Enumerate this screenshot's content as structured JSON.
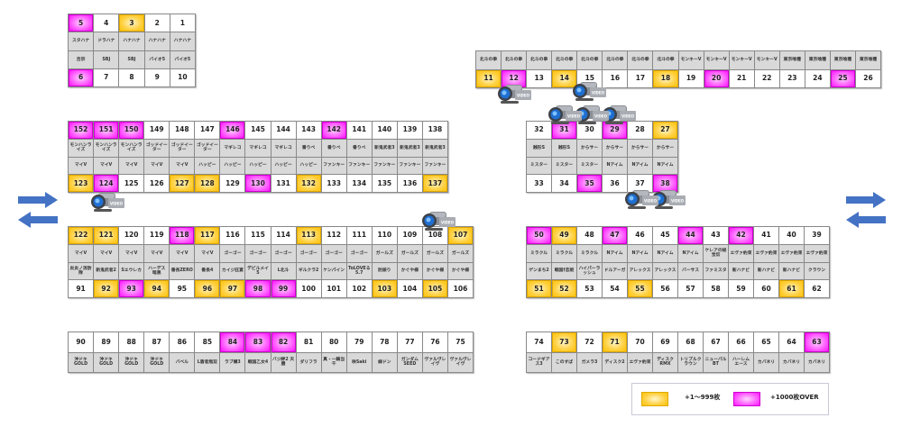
{
  "blocks": {
    "top_left": {
      "rows": [
        {
          "type": "num",
          "cells": [
            {
              "n": "5",
              "h": "m"
            },
            {
              "n": "4"
            },
            {
              "n": "3",
              "h": "o"
            },
            {
              "n": "2"
            },
            {
              "n": "1"
            }
          ]
        },
        {
          "type": "label",
          "cells": [
            "スタハナ",
            "ドラハナ",
            "ハナハナ",
            "ハナハナ",
            "ハナハナ"
          ]
        },
        {
          "type": "label",
          "cells": [
            "吉宗",
            "SBJ",
            "SBJ",
            "バイオ5",
            "バイオ5"
          ]
        },
        {
          "type": "num",
          "cells": [
            {
              "n": "6",
              "h": "m"
            },
            {
              "n": "7"
            },
            {
              "n": "8"
            },
            {
              "n": "9"
            },
            {
              "n": "10"
            }
          ]
        }
      ]
    },
    "top_right": {
      "rows": [
        {
          "type": "label",
          "cells": [
            "北斗の拳",
            "北斗の拳",
            "北斗の拳",
            "北斗の拳",
            "北斗の拳",
            "北斗の拳",
            "北斗の拳",
            "北斗の拳",
            "モンキーV",
            "モンキーV",
            "モンキーV",
            "モンキーV",
            "東京喰種",
            "東京喰種",
            "東京喰種",
            "東京喰種"
          ]
        },
        {
          "type": "num",
          "cells": [
            {
              "n": "11",
              "h": "o"
            },
            {
              "n": "12",
              "h": "m"
            },
            {
              "n": "13"
            },
            {
              "n": "14",
              "h": "o"
            },
            {
              "n": "15"
            },
            {
              "n": "16"
            },
            {
              "n": "17"
            },
            {
              "n": "18",
              "h": "o"
            },
            {
              "n": "19"
            },
            {
              "n": "20",
              "h": "m"
            },
            {
              "n": "21"
            },
            {
              "n": "22"
            },
            {
              "n": "23"
            },
            {
              "n": "24"
            },
            {
              "n": "25",
              "h": "m"
            },
            {
              "n": "26"
            }
          ]
        }
      ]
    },
    "left_1": {
      "rows": [
        {
          "type": "num",
          "cells": [
            {
              "n": "152",
              "h": "m"
            },
            {
              "n": "151",
              "h": "m"
            },
            {
              "n": "150",
              "h": "m"
            },
            {
              "n": "149"
            },
            {
              "n": "148"
            },
            {
              "n": "147"
            },
            {
              "n": "146",
              "h": "m"
            },
            {
              "n": "145"
            },
            {
              "n": "144"
            },
            {
              "n": "143"
            },
            {
              "n": "142",
              "h": "m"
            },
            {
              "n": "141"
            },
            {
              "n": "140"
            },
            {
              "n": "139"
            },
            {
              "n": "138"
            }
          ]
        },
        {
          "type": "label",
          "cells": [
            "モンハンライズ",
            "モンハンライズ",
            "モンハンライズ",
            "ゴッドイーター",
            "ゴッドイーター",
            "ゴッドイーター",
            "マギレコ",
            "マギレコ",
            "マギレコ",
            "番りべ",
            "番りべ",
            "番りべ",
            "新鬼武者3",
            "新鬼武者3",
            "新鬼武者3"
          ]
        },
        {
          "type": "label",
          "cells": [
            "マイV",
            "マイV",
            "マイV",
            "マイV",
            "マイV",
            "ハッピー",
            "ハッピー",
            "ハッピー",
            "ハッピー",
            "ハッピー",
            "ファンキー",
            "ファンキー",
            "ファンキー",
            "ファンキー",
            "ファンキー"
          ]
        },
        {
          "type": "num",
          "cells": [
            {
              "n": "123",
              "h": "o"
            },
            {
              "n": "124",
              "h": "m"
            },
            {
              "n": "125"
            },
            {
              "n": "126"
            },
            {
              "n": "127",
              "h": "o"
            },
            {
              "n": "128",
              "h": "o"
            },
            {
              "n": "129"
            },
            {
              "n": "130",
              "h": "m"
            },
            {
              "n": "131"
            },
            {
              "n": "132",
              "h": "o"
            },
            {
              "n": "133"
            },
            {
              "n": "134"
            },
            {
              "n": "135"
            },
            {
              "n": "136"
            },
            {
              "n": "137",
              "h": "o"
            }
          ]
        }
      ]
    },
    "left_2": {
      "rows": [
        {
          "type": "num",
          "cells": [
            {
              "n": "122",
              "h": "o"
            },
            {
              "n": "121",
              "h": "o"
            },
            {
              "n": "120"
            },
            {
              "n": "119"
            },
            {
              "n": "118",
              "h": "m"
            },
            {
              "n": "117",
              "h": "o"
            },
            {
              "n": "116"
            },
            {
              "n": "115"
            },
            {
              "n": "114"
            },
            {
              "n": "113",
              "h": "o"
            },
            {
              "n": "112"
            },
            {
              "n": "111"
            },
            {
              "n": "110"
            },
            {
              "n": "109"
            },
            {
              "n": "108"
            },
            {
              "n": "107",
              "h": "o"
            }
          ]
        },
        {
          "type": "label",
          "cells": [
            "マイV",
            "マイV",
            "マイV",
            "マイV",
            "マイV",
            "マイV",
            "ゴーゴー",
            "ゴーゴー",
            "ゴーゴー",
            "ゴーゴー",
            "ゴーゴー",
            "ゴーゴー",
            "ガールズ",
            "ガールズ",
            "ガールズ",
            "ガールズ"
          ]
        },
        {
          "type": "label",
          "cells": [
            "炎炎ノ消防隊",
            "新鬼武者2",
            "Sエウレカ",
            "ハーデス 暗黒",
            "番長ZERO",
            "番長4",
            "カイジ狂宴",
            "デビルメイ 5",
            "L北斗",
            "ギルクラ2",
            "ケンパイン",
            "ToLOVEる 5.7",
            "防振り",
            "かぐや様",
            "かぐや様",
            "かぐや様"
          ]
        },
        {
          "type": "num",
          "cells": [
            {
              "n": "91"
            },
            {
              "n": "92",
              "h": "o"
            },
            {
              "n": "93",
              "h": "m"
            },
            {
              "n": "94",
              "h": "o"
            },
            {
              "n": "95"
            },
            {
              "n": "96",
              "h": "o"
            },
            {
              "n": "97",
              "h": "o"
            },
            {
              "n": "98",
              "h": "m"
            },
            {
              "n": "99",
              "h": "m"
            },
            {
              "n": "100"
            },
            {
              "n": "101"
            },
            {
              "n": "102"
            },
            {
              "n": "103",
              "h": "o"
            },
            {
              "n": "104"
            },
            {
              "n": "105",
              "h": "o"
            },
            {
              "n": "106"
            }
          ]
        }
      ]
    },
    "right_1": {
      "rows": [
        {
          "type": "num",
          "cells": [
            {
              "n": "32"
            },
            {
              "n": "31",
              "h": "m"
            },
            {
              "n": "30"
            },
            {
              "n": "29",
              "h": "m"
            },
            {
              "n": "28"
            },
            {
              "n": "27",
              "h": "o"
            }
          ]
        },
        {
          "type": "label",
          "cells": [
            "銭形S",
            "銭形S",
            "からサー",
            "からサー",
            "からサー",
            "からサー"
          ]
        },
        {
          "type": "label",
          "cells": [
            "ミスター",
            "ミスター",
            "ミスター",
            "Nアイム",
            "Nアイム",
            "Nアイム"
          ]
        },
        {
          "type": "num",
          "cells": [
            {
              "n": "33"
            },
            {
              "n": "34"
            },
            {
              "n": "35",
              "h": "m"
            },
            {
              "n": "36"
            },
            {
              "n": "37"
            },
            {
              "n": "38",
              "h": "m"
            }
          ]
        }
      ]
    },
    "right_2": {
      "rows": [
        {
          "type": "num",
          "cells": [
            {
              "n": "50",
              "h": "m"
            },
            {
              "n": "49",
              "h": "o"
            },
            {
              "n": "48"
            },
            {
              "n": "47",
              "h": "m"
            },
            {
              "n": "46"
            },
            {
              "n": "45"
            },
            {
              "n": "44",
              "h": "m"
            },
            {
              "n": "43"
            },
            {
              "n": "42",
              "h": "m"
            },
            {
              "n": "41"
            },
            {
              "n": "40"
            },
            {
              "n": "39"
            }
          ]
        },
        {
          "type": "label",
          "cells": [
            "ミラクル",
            "ミラクル",
            "ミラクル",
            "Nアイム",
            "Nアイム",
            "Nアイム",
            "Nアイム",
            "ケレアの秘宝伝",
            "エヴァ約束",
            "エヴァ約束",
            "エヴァ約束",
            "エヴァ約束"
          ]
        },
        {
          "type": "label",
          "cells": [
            "ゲンまち2",
            "戦国†恋姫",
            "ハイパーラッシュ",
            "ドルアーガ",
            "アレックス",
            "アレックス",
            "バーサス",
            "ファミスタ",
            "新ハナビ",
            "新ハナビ",
            "新ハナビ",
            "クラウン"
          ]
        },
        {
          "type": "num",
          "cells": [
            {
              "n": "51",
              "h": "o"
            },
            {
              "n": "52",
              "h": "o"
            },
            {
              "n": "53"
            },
            {
              "n": "54"
            },
            {
              "n": "55",
              "h": "o"
            },
            {
              "n": "56"
            },
            {
              "n": "57"
            },
            {
              "n": "58"
            },
            {
              "n": "59"
            },
            {
              "n": "60"
            },
            {
              "n": "61",
              "h": "o"
            },
            {
              "n": "62"
            }
          ]
        }
      ]
    },
    "bottom_left": {
      "rows": [
        {
          "type": "num",
          "cells": [
            {
              "n": "90"
            },
            {
              "n": "89"
            },
            {
              "n": "88"
            },
            {
              "n": "87"
            },
            {
              "n": "86"
            },
            {
              "n": "85"
            },
            {
              "n": "84",
              "h": "m"
            },
            {
              "n": "83",
              "h": "m"
            },
            {
              "n": "82",
              "h": "m"
            },
            {
              "n": "81"
            },
            {
              "n": "80"
            },
            {
              "n": "79"
            },
            {
              "n": "78"
            },
            {
              "n": "77"
            },
            {
              "n": "76"
            },
            {
              "n": "75"
            }
          ]
        },
        {
          "type": "label",
          "cells": [
            "沖ドキ GOLD",
            "沖ドキ GOLD",
            "沖ドキ GOLD",
            "沖ドキ GOLD",
            "バベル",
            "L盾者無双",
            "ラブ嬢3",
            "戦国乙女4",
            "バジ絆2 天膳",
            "ダリフラ",
            "真・一騎当千",
            "咲Saki",
            "緑ドン",
            "ガンダム SEED",
            "ヴァルヴレイヴ",
            "ヴァルヴレイヴ"
          ]
        }
      ]
    },
    "bottom_right": {
      "rows": [
        {
          "type": "num",
          "cells": [
            {
              "n": "74"
            },
            {
              "n": "73",
              "h": "o"
            },
            {
              "n": "72"
            },
            {
              "n": "71",
              "h": "o"
            },
            {
              "n": "70"
            },
            {
              "n": "69"
            },
            {
              "n": "68"
            },
            {
              "n": "67"
            },
            {
              "n": "66"
            },
            {
              "n": "65"
            },
            {
              "n": "64"
            },
            {
              "n": "63",
              "h": "m"
            }
          ]
        },
        {
          "type": "label",
          "cells": [
            "コードギアス3",
            "このすば",
            "ガメラ3",
            "ディスク2",
            "エヴァ約束",
            "ディスク RMX",
            "トリプルクラウン",
            "ニューパル BT",
            "ハーレム エース",
            "カバネリ",
            "カバネリ",
            "カバネリ"
          ]
        }
      ]
    }
  },
  "camera_label": "VIDEO",
  "legend": {
    "orange_label": "+1〜999枚",
    "magenta_label": "+1000枚OVER"
  },
  "colors": {
    "orange": "#ffc000",
    "magenta": "#ff00ff",
    "label_bg": "#d9d9d9",
    "arrow": "#4472c4"
  }
}
